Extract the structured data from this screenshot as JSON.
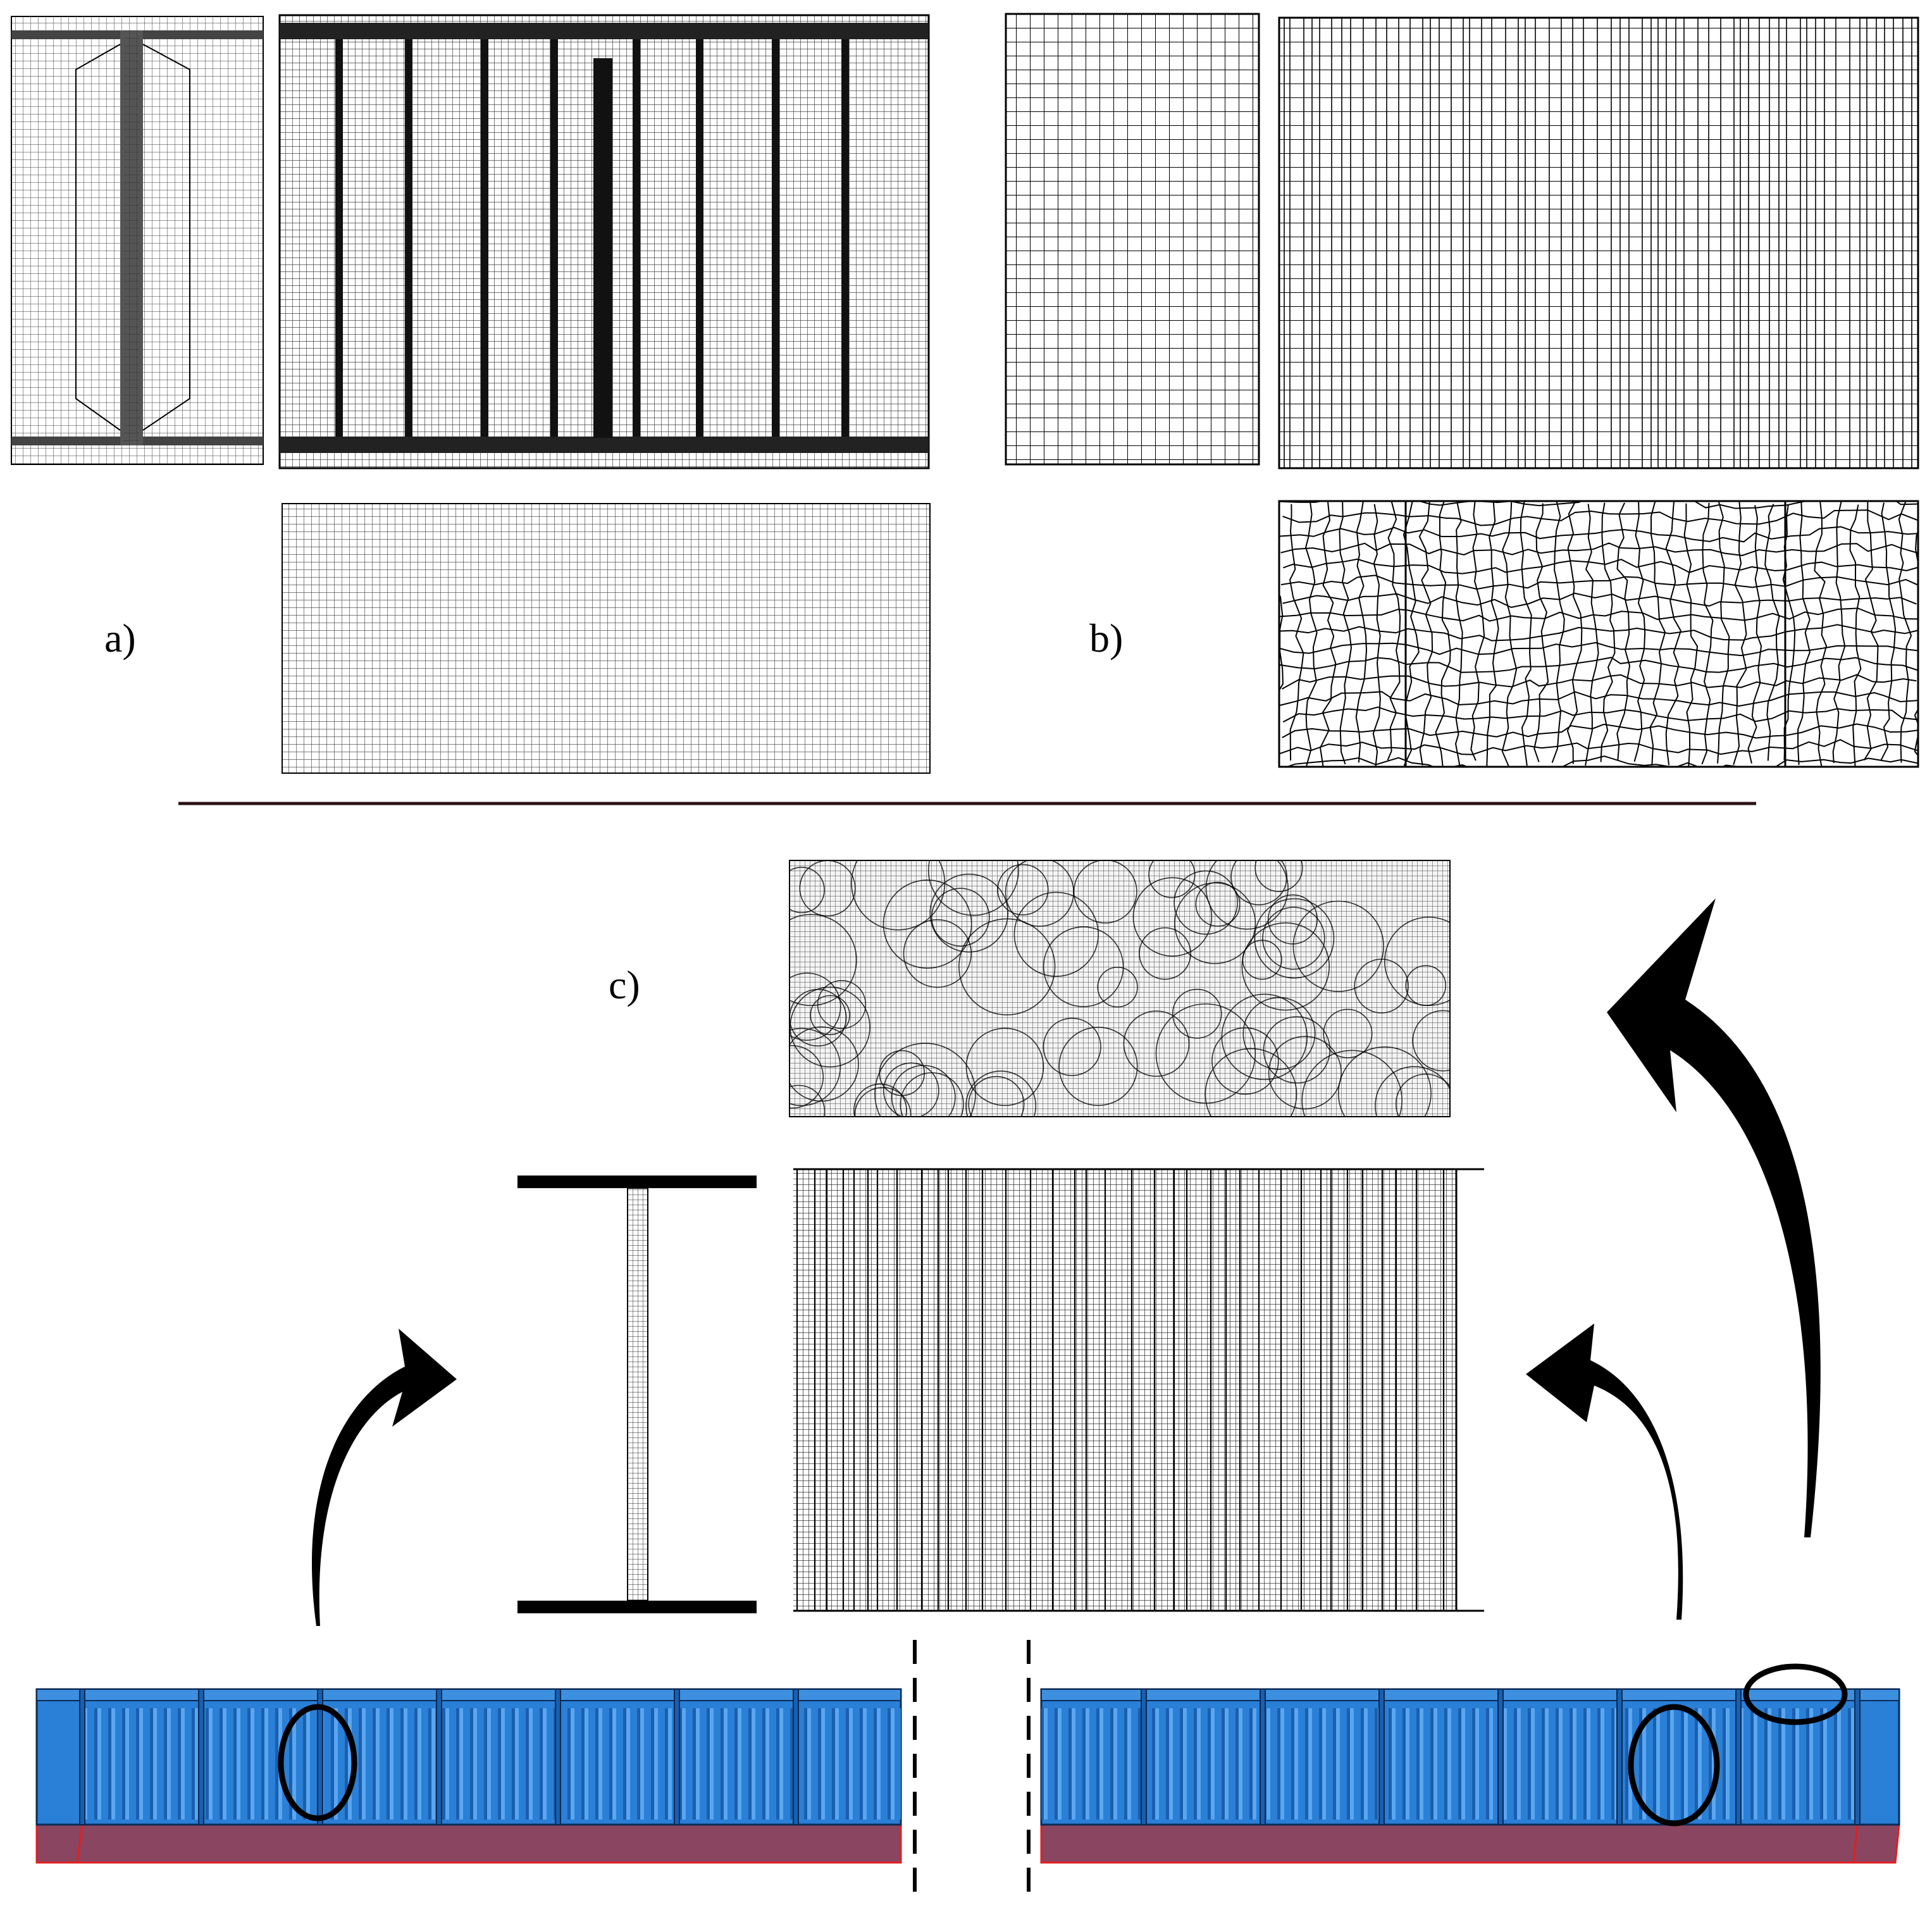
{
  "labels": {
    "a": "a)",
    "b": "b)",
    "c": "c)"
  },
  "colors": {
    "mesh_line": "#000000",
    "mesh_fine": "#1a1a1a",
    "beam_blue": "#2a7fd6",
    "beam_blue_dark": "#1a5fae",
    "beam_base": "#8a4560",
    "beam_base_edge": "#e02020",
    "divider": "#2a1215"
  }
}
